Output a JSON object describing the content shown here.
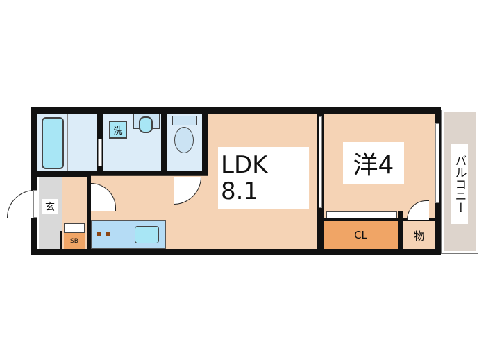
{
  "floorplan": {
    "rooms": {
      "ldk": {
        "label": "LDK",
        "size": "8.1"
      },
      "western": {
        "label": "洋4"
      },
      "balcony": {
        "label": "バルコニー"
      },
      "closet": {
        "label": "CL"
      },
      "storage": {
        "label": "物"
      },
      "entrance": {
        "label": "玄"
      },
      "shoebox": {
        "label": "SB"
      },
      "washer": {
        "label": "洗"
      }
    },
    "colors": {
      "wall": "#111111",
      "wet_area": "#dcecf8",
      "floor": "#f5d3b5",
      "entrance": "#d9d9d9",
      "closet": "#f0a566",
      "balcony": "#ddd4cc",
      "fixture": "#a8e6f5"
    }
  }
}
